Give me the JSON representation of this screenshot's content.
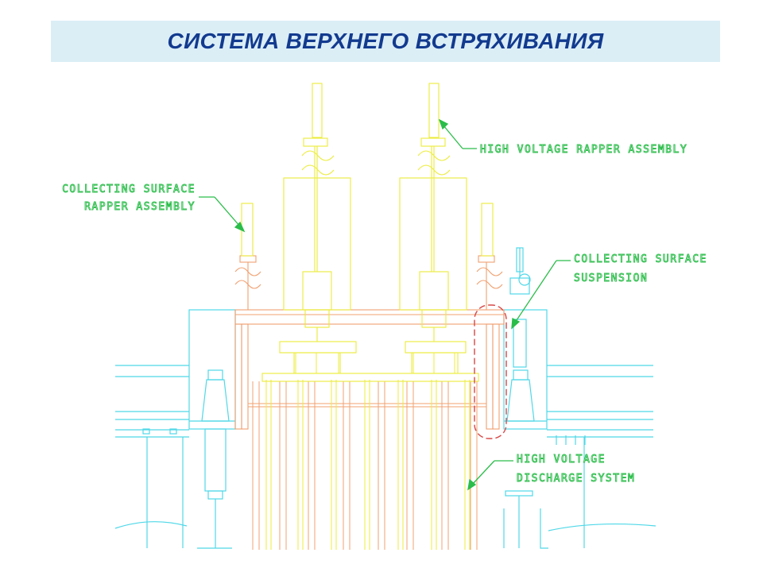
{
  "title": "СИСТЕМА ВЕРХНЕГО ВСТРЯХИВАНИЯ",
  "labels": {
    "hv_rapper": "HIGH VOLTAGE RAPPER ASSEMBLY",
    "cs_rapper_line1": "COLLECTING SURFACE",
    "cs_rapper_line2": "RAPPER ASSEMBLY",
    "cs_suspension_line1": "COLLECTING SURFACE",
    "cs_suspension_line2": "SUSPENSION",
    "hv_discharge_line1": "HIGH VOLTAGE",
    "hv_discharge_line2": "DISCHARGE SYSTEM"
  },
  "colors": {
    "title_bg": "#dbeef6",
    "title_text": "#123a8f",
    "structure_cyan": "#4fd8e8",
    "rapper_yellow": "#ecec3a",
    "frame_orange": "#f0a070",
    "label_green": "#2bbd4a",
    "suspension_red": "#d84848"
  }
}
